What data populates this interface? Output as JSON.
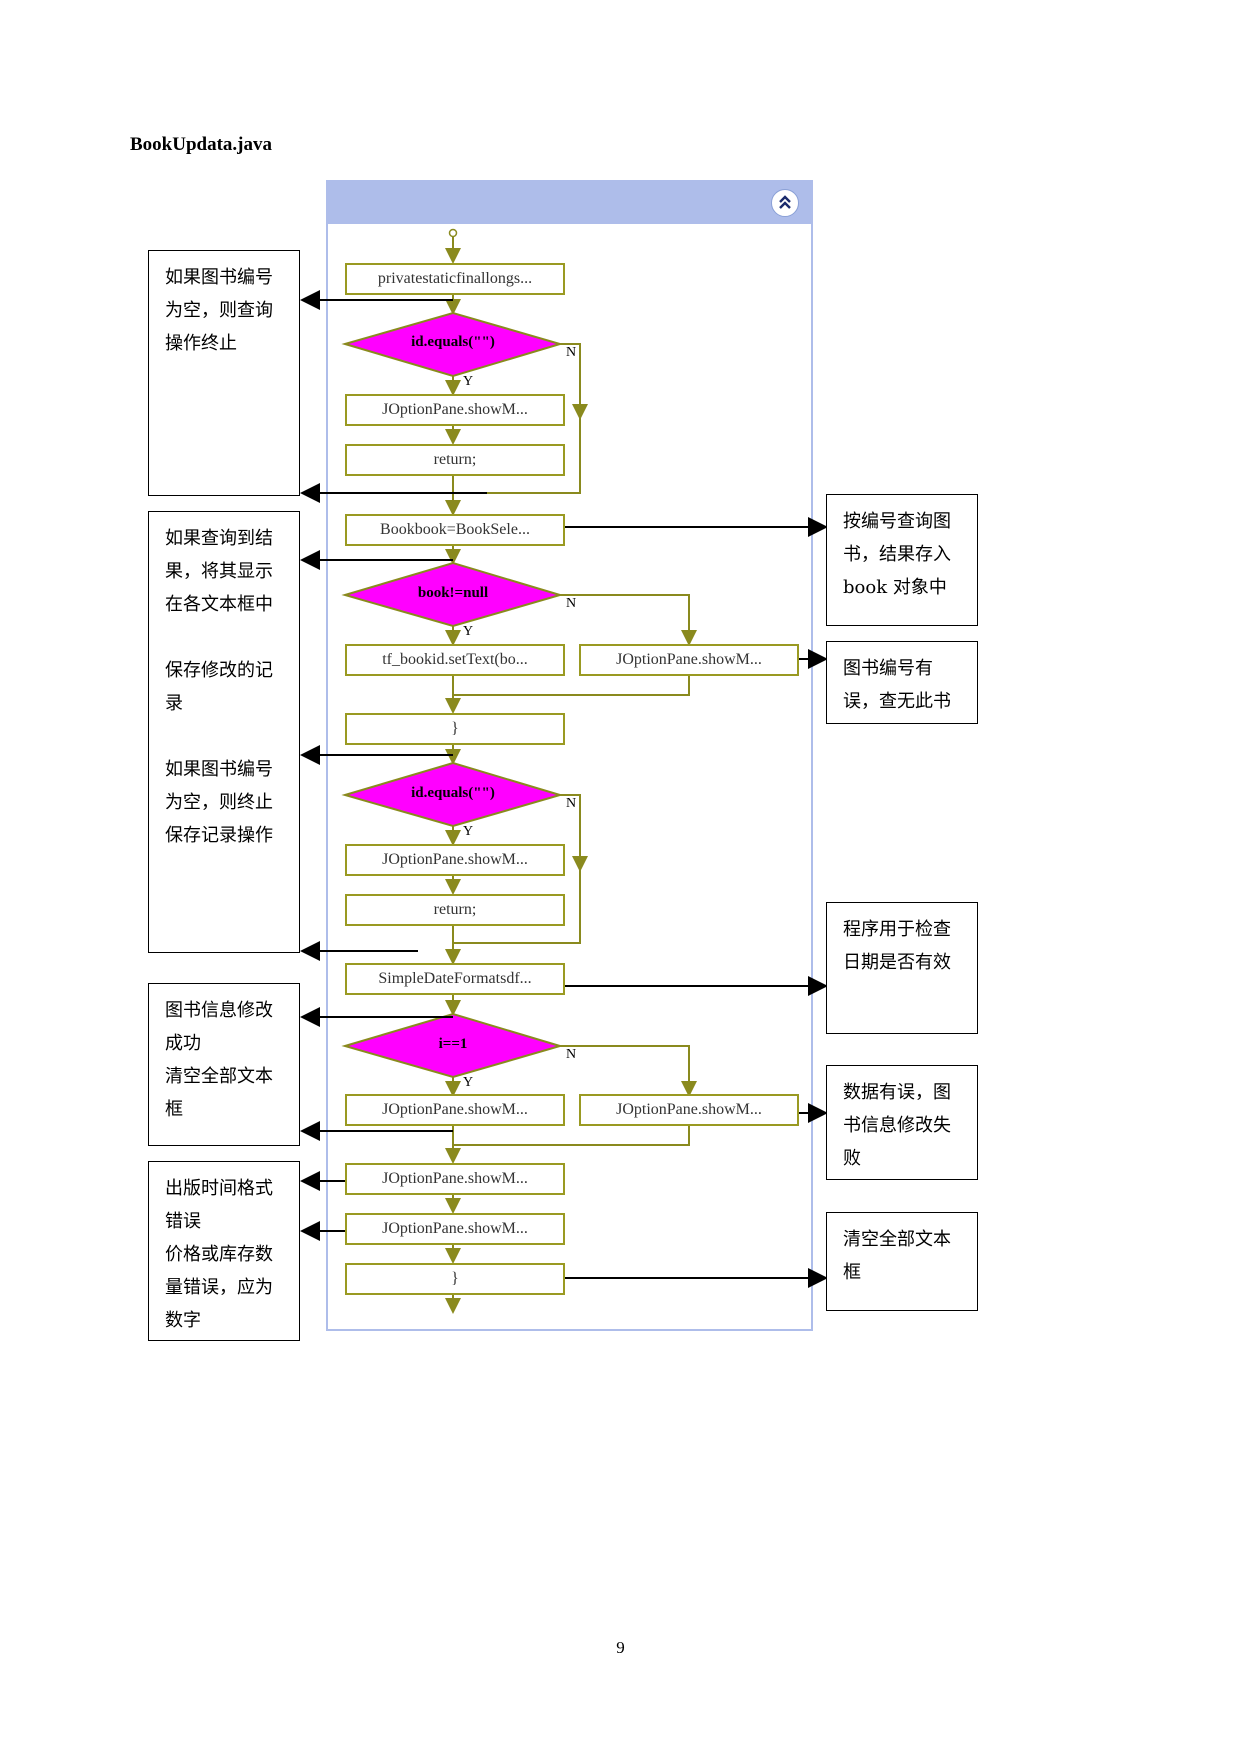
{
  "document": {
    "title": "BookUpdata.java",
    "page_number": "9"
  },
  "flowchart": {
    "header_icon": "double-chevron-up-icon",
    "steps": [
      "privatestaticfinallongs...",
      "JOptionPane.showM...",
      "return;",
      "Bookbook=BookSele...",
      "tf_bookid.setText(bo...",
      "JOptionPane.showM...",
      "}",
      "JOptionPane.showM...",
      "return;",
      "SimpleDateFormatsdf...",
      "JOptionPane.showM...",
      "JOptionPane.showM...",
      "JOptionPane.showM...",
      "JOptionPane.showM...",
      "}"
    ],
    "conditions": [
      "id.equals(\"\")",
      "book!=null",
      "id.equals(\"\")",
      "i==1"
    ],
    "yes_label": "Y",
    "no_label": "N"
  },
  "notes_left": [
    {
      "paras": [
        "如果图书编号为空，则查询操作终止"
      ]
    },
    {
      "paras": [
        "如果查询到结果，将其显示在各文本框中",
        "保存修改的记录",
        "如果图书编号为空，则终止保存记录操作"
      ]
    },
    {
      "paras": [
        "图书信息修改成功",
        "清空全部文本框"
      ]
    },
    {
      "paras": [
        "出版时间格式错误",
        "价格或库存数量错误，应为数字"
      ]
    }
  ],
  "notes_right": [
    {
      "paras": [
        "按编号查询图书，结果存入 book 对象中"
      ]
    },
    {
      "paras": [
        "图书编号有误，查无此书"
      ]
    },
    {
      "paras": [
        "程序用于检查日期是否有效"
      ]
    },
    {
      "paras": [
        "数据有误，图书信息修改失败"
      ]
    },
    {
      "paras": [
        "清空全部文本框"
      ]
    }
  ],
  "colors": {
    "panel_header": "#aebdea",
    "decision_fill": "#ff00ff",
    "box_border": "#9a9a22",
    "flow_line": "#8a8a1e"
  }
}
